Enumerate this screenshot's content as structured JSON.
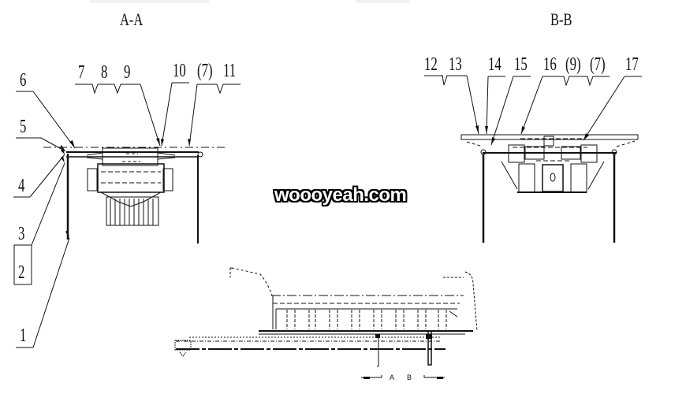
{
  "drawing": {
    "type": "engineering-assembly-drawing",
    "views": [
      {
        "id": "section-aa",
        "title": "A-A"
      },
      {
        "id": "section-bb",
        "title": "B-B"
      },
      {
        "id": "side-elevation",
        "title": ""
      }
    ]
  },
  "section_aa": {
    "title": "A-A",
    "callouts": {
      "c1": "1",
      "c2": "2",
      "c3": "3",
      "c4": "4",
      "c5": "5",
      "c6": "6",
      "c7": "7",
      "c8": "8",
      "c9": "9",
      "c10": "10",
      "c7ref": "(7)",
      "c11": "11"
    }
  },
  "section_bb": {
    "title": "B-B",
    "callouts": {
      "c12": "12",
      "c13": "13",
      "c14": "14",
      "c15": "15",
      "c16": "16",
      "c9ref": "(9)",
      "c7ref": "(7)",
      "c17": "17"
    }
  },
  "side_view": {
    "section_markers": {
      "a": "A",
      "b": "B"
    }
  },
  "watermark": "woooyeah.com",
  "colors": {
    "line": "#111111",
    "background": "#ffffff",
    "topbar": "#f2f2f2"
  }
}
